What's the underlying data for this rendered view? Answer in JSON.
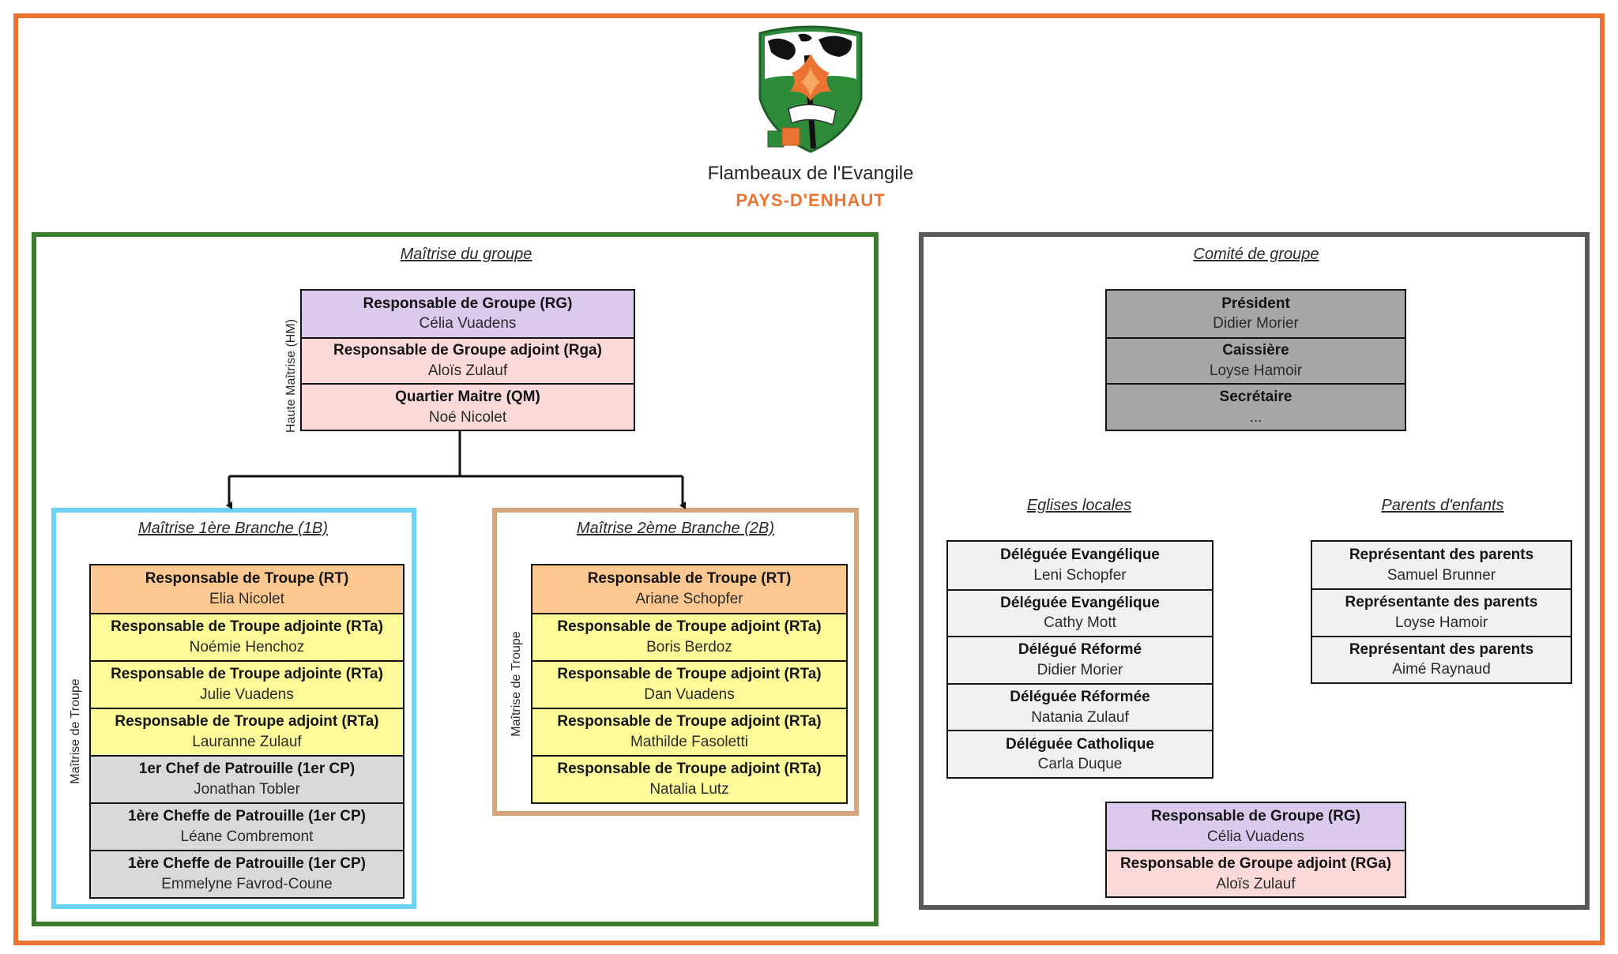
{
  "logo": {
    "name": "Flambeaux de l'Evangile",
    "subtitle": "PAYS-D'ENHAUT"
  },
  "colors": {
    "frame": "#ec7432",
    "maitrise_panel": "#3a7d2c",
    "comite_panel": "#595959",
    "branch_1b": "#6ad2f4",
    "branch_2b": "#d5a57b"
  },
  "maitrise": {
    "title": "Maîtrise du groupe ",
    "side_label": "Haute Maîtrise (HM)",
    "roles": [
      {
        "role": "Responsable de Groupe (RG)",
        "name": "Célia Vuadens",
        "color": "#dcc9ee"
      },
      {
        "role": "Responsable de Groupe adjoint (Rga)",
        "name": "Aloïs Zulauf",
        "color": "#fbd9d9"
      },
      {
        "role": "Quartier Maitre (QM)",
        "name": "Noé Nicolet",
        "color": "#fbd9d9"
      }
    ]
  },
  "branch1": {
    "title": "Maîtrise 1ère Branche (1B)",
    "side_label": "Maîtrise de Troupe",
    "roles": [
      {
        "role": "Responsable de Troupe (RT)",
        "name": "Elia Nicolet",
        "color": "#fcc892"
      },
      {
        "role": "Responsable de Troupe adjointe (RTa)",
        "name": "Noémie Henchoz",
        "color": "#fdfa9a"
      },
      {
        "role": "Responsable de Troupe adjointe (RTa)",
        "name": "Julie Vuadens",
        "color": "#fdfa9a"
      },
      {
        "role": "Responsable de Troupe adjoint (RTa)",
        "name": "Lauranne Zulauf",
        "color": "#fdfa9a"
      },
      {
        "role": "1er Chef de Patrouille (1er CP)",
        "name": "Jonathan Tobler",
        "color": "#d9d9d9"
      },
      {
        "role": "1ère Cheffe de Patrouille (1er CP)",
        "name": "Léane Combremont",
        "color": "#d9d9d9"
      },
      {
        "role": "1ère Cheffe de Patrouille (1er CP)",
        "name": "Emmelyne Favrod-Coune",
        "color": "#d9d9d9"
      }
    ]
  },
  "branch2": {
    "title": "Maîtrise 2ème Branche (2B)",
    "side_label": "Maîtrise de Troupe",
    "roles": [
      {
        "role": "Responsable de Troupe (RT)",
        "name": "Ariane Schopfer",
        "color": "#fcc892"
      },
      {
        "role": "Responsable de Troupe adjoint (RTa)",
        "name": "Boris Berdoz",
        "color": "#fdfa9a"
      },
      {
        "role": "Responsable de Troupe adjoint (RTa)",
        "name": "Dan Vuadens",
        "color": "#fdfa9a"
      },
      {
        "role": "Responsable de Troupe adjoint (RTa)",
        "name": "Mathilde Fasoletti",
        "color": "#fdfa9a"
      },
      {
        "role": "Responsable de Troupe adjoint (RTa)",
        "name": "Natalia Lutz",
        "color": "#fdfa9a"
      }
    ]
  },
  "comite": {
    "title": "Comité de groupe",
    "roles": [
      {
        "role": "Président",
        "name": "Didier Morier",
        "color": "#a6a6a6"
      },
      {
        "role": "Caissière",
        "name": "Loyse Hamoir",
        "color": "#a6a6a6"
      },
      {
        "role": "Secrétaire",
        "name": "...",
        "color": "#a6a6a6"
      }
    ]
  },
  "eglises": {
    "title": "Eglises locales",
    "roles": [
      {
        "role": "Déléguée Evangélique",
        "name": "Leni Schopfer",
        "color": "#f1f1f1"
      },
      {
        "role": "Déléguée Evangélique",
        "name": "Cathy Mott",
        "color": "#f1f1f1"
      },
      {
        "role": "Délégué Réformé",
        "name": "Didier Morier",
        "color": "#f1f1f1"
      },
      {
        "role": "Déléguée Réformée",
        "name": "Natania Zulauf",
        "color": "#f1f1f1"
      },
      {
        "role": "Déléguée Catholique",
        "name": "Carla Duque",
        "color": "#f1f1f1"
      }
    ]
  },
  "parents": {
    "title": "Parents d'enfants",
    "roles": [
      {
        "role": "Représentant des parents",
        "name": "Samuel Brunner",
        "color": "#f1f1f1"
      },
      {
        "role": "Représentante des parents",
        "name": "Loyse Hamoir",
        "color": "#f1f1f1"
      },
      {
        "role": "Représentant des parents",
        "name": "Aimé Raynaud",
        "color": "#f1f1f1"
      }
    ]
  },
  "rg_comite": {
    "roles": [
      {
        "role": "Responsable de Groupe (RG)",
        "name": "Célia Vuadens",
        "color": "#dcc9ee"
      },
      {
        "role": "Responsable de Groupe adjoint (RGa)",
        "name": "Aloïs Zulauf",
        "color": "#fbd9d9"
      }
    ]
  }
}
